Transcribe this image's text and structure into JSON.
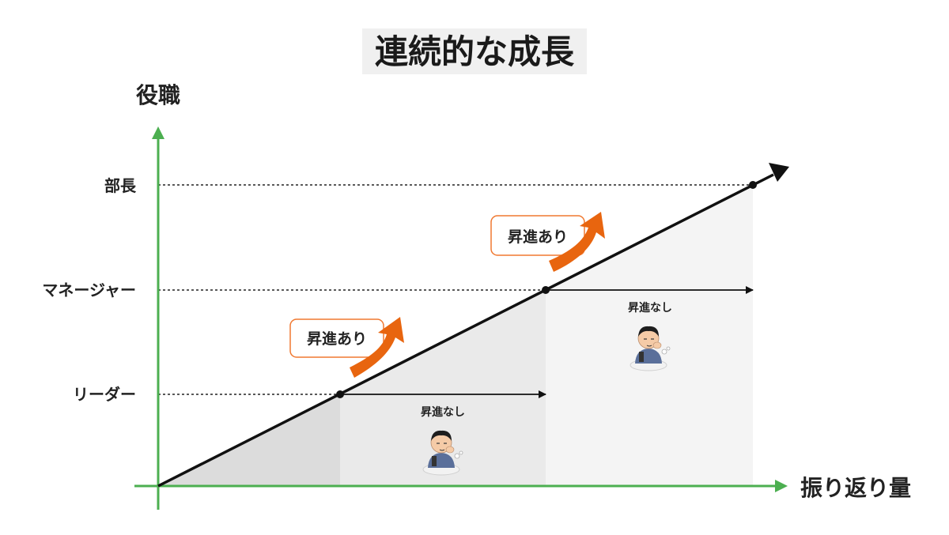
{
  "title": "連続的な成長",
  "y_axis_label": "役職",
  "x_axis_label": "振り返り量",
  "levels": [
    {
      "label": "リーダー",
      "value": 1
    },
    {
      "label": "マネージャー",
      "value": 2
    },
    {
      "label": "部長",
      "value": 3
    }
  ],
  "promotion_label": "昇進あり",
  "no_promotion_label": "昇進なし",
  "icons": {
    "promotion": "curved-up-arrow-icon",
    "no_promotion": "resting-worker-icon"
  },
  "colors": {
    "axis": "#4caf50",
    "arrow": "#e8650f",
    "box_border": "#f07830",
    "line": "#111111",
    "band1": "#dcdcdc",
    "band2": "#eaeaea",
    "band3": "#f4f4f4"
  }
}
